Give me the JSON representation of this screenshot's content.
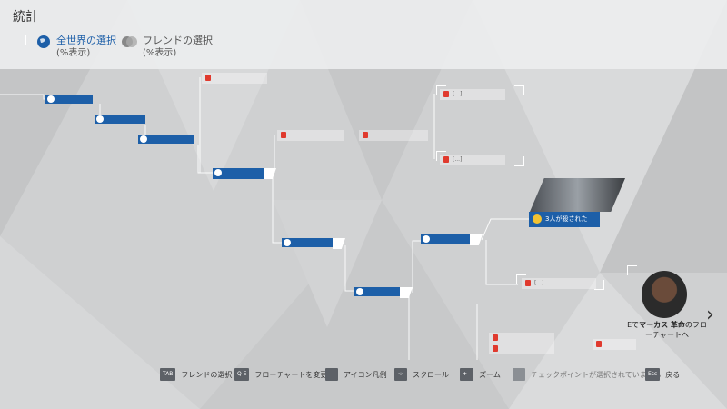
{
  "header": {
    "title": "統計",
    "global": {
      "label": "全世界の選択",
      "sub": "(%表示)"
    },
    "friends": {
      "label": "フレンドの選択",
      "sub": "(%表示)"
    }
  },
  "flowchart": {
    "highlight": {
      "label": "3人が殺された"
    },
    "nodes": [
      "",
      "",
      "",
      "",
      "",
      "",
      ""
    ],
    "locked_markers": [
      "[...]",
      "[...]",
      "[...]"
    ],
    "marcus": {
      "prefix": "Eで",
      "name": "マーカス",
      "middle": " 革命",
      "suffix": "のフローチャートへ"
    }
  },
  "footer": {
    "items": [
      {
        "key": "TAB",
        "label": "フレンドの選択"
      },
      {
        "key": "Q E",
        "label": "フローチャートを変更"
      },
      {
        "key": "",
        "label": "アイコン凡例"
      },
      {
        "key": "·:·",
        "label": "スクロール"
      },
      {
        "key": "+ -",
        "label": "ズーム"
      },
      {
        "key": "",
        "label": "チェックポイントが選択されていません"
      },
      {
        "key": "Esc",
        "label": "戻る"
      }
    ]
  },
  "colors": {
    "accent": "#1d5fa8",
    "lock": "#e03a2e",
    "gold": "#f1c232"
  }
}
